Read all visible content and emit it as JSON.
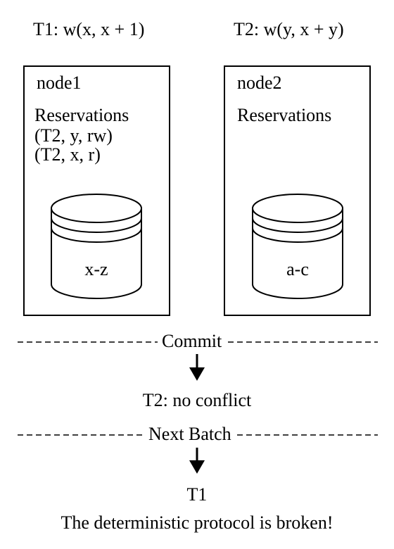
{
  "transactions": {
    "t1": "T1: w(x, x + 1)",
    "t2": "T2: w(y, x + y)"
  },
  "nodes": [
    {
      "name": "node1",
      "reservations_title": "Reservations",
      "reservations": [
        "(T2, y, rw)",
        "(T2, x, r)"
      ],
      "db_label": "x-z"
    },
    {
      "name": "node2",
      "reservations_title": "Reservations",
      "reservations": [],
      "db_label": "a-c"
    }
  ],
  "separators": {
    "commit": "Commit",
    "next_batch": "Next Batch"
  },
  "results": {
    "after_commit": "T2: no conflict",
    "after_next_batch_line1": "T1",
    "after_next_batch_line2": "The deterministic protocol is broken!"
  }
}
